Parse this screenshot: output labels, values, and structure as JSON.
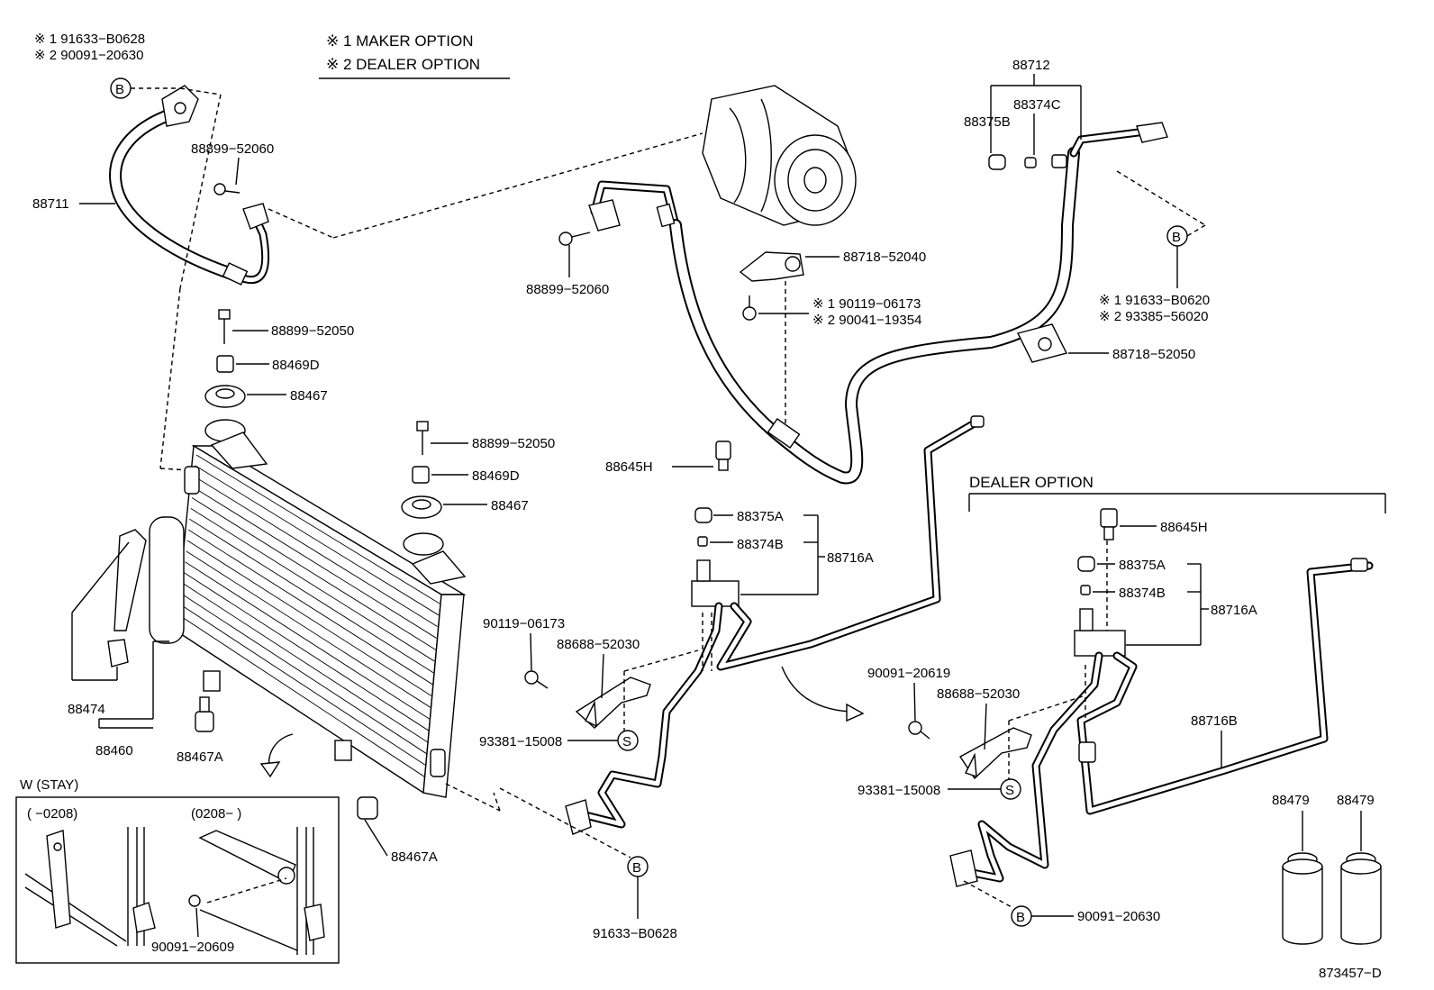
{
  "legend": {
    "maker": "※ 1 MAKER OPTION",
    "dealer": "※ 2 DEALER OPTION"
  },
  "notes": {
    "b_top_left_1": "※ 1  91633−B0628",
    "b_top_left_2": "※ 2  90091−20630",
    "b_right_1": "※ 1  91633−B0620",
    "b_right_2": "※ 2  93385−56020",
    "bracket_1": "※ 1  90119−06173",
    "bracket_2": "※ 2  90041−19354"
  },
  "section": {
    "dealer_option": "DEALER OPTION"
  },
  "stay": {
    "title": "W (STAY)",
    "range_old": "(        −0208)",
    "range_new": "(0208−          )",
    "bolt": "90091−20609"
  },
  "callouts": {
    "p88711": "88711",
    "p88899_52060_a": "88899−52060",
    "p88899_52060_b": "88899−52060",
    "p88899_52050_a": "88899−52050",
    "p88899_52050_b": "88899−52050",
    "p88469D_a": "88469D",
    "p88469D_b": "88469D",
    "p88467_a": "88467",
    "p88467_b": "88467",
    "p88474": "88474",
    "p88460": "88460",
    "p88467A_a": "88467A",
    "p88467A_b": "88467A",
    "p88712": "88712",
    "p88374C": "88374C",
    "p88375B": "88375B",
    "p88718_52040": "88718−52040",
    "p88718_52050": "88718−52050",
    "p88645H_a": "88645H",
    "p88375A_a": "88375A",
    "p88374B_a": "88374B",
    "p88716A_a": "88716A",
    "p90119_06173": "90119−06173",
    "p88688_52030_a": "88688−52030",
    "p93381_15008_a": "93381−15008",
    "p91633_B0628": "91633−B0628",
    "p88645H_b": "88645H",
    "p88375A_b": "88375A",
    "p88374B_b": "88374B",
    "p88716A_b": "88716A",
    "p90091_20619": "90091−20619",
    "p88688_52030_b": "88688−52030",
    "p93381_15008_b": "93381−15008",
    "p88716B": "88716B",
    "p88479_a": "88479",
    "p88479_b": "88479",
    "p90091_20630": "90091−20630"
  },
  "markers": {
    "b": "B",
    "s": "S"
  },
  "figure_id": "873457−D"
}
